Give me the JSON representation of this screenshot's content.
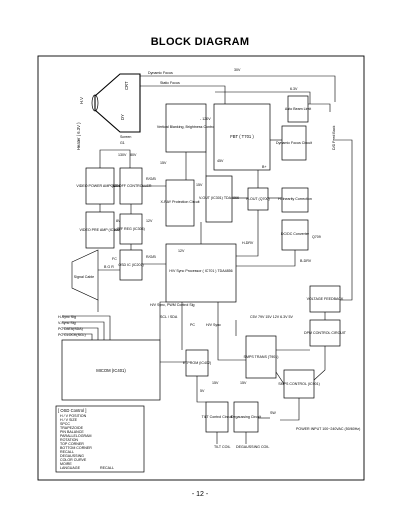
{
  "title": "BLOCK DIAGRAM",
  "page_number": "- 12 -",
  "top": {
    "dynamic_focus": "Dynamic Focus",
    "static_focus": "Static Focus",
    "v30": "30V",
    "v63": "6.3V",
    "hv": "H.V",
    "crt": "CRT",
    "dy": "DY",
    "screen": "Screen",
    "g1": "G1",
    "heater": "Heater ( 6.3V )"
  },
  "blocks": {
    "vertical_blanking": "Vertical Blanking, Brightness Control",
    "v_neg120": "- 120V",
    "fbt": "FBT ( T701 )",
    "fbt_v45": "45V",
    "fbt_b_plus": "B+",
    "auto_beam": "Auto Beam Limit",
    "dynamic_focus_circuit": "Dynamic Focus Circuit",
    "dd_feedback": "D/D Feed Back",
    "video_power_amp": "VIDEO POWER AMP (IC300)",
    "v130": "130V",
    "v80": "80V",
    "cut_off_controller": "CUT OFF CONTROLLER",
    "rgb_1": "R/G/B",
    "v15": "15V",
    "xray": "X-RAY Protection Circuit",
    "xray_v15": "15V",
    "vout": "V-OUT (IC301) TDA4866",
    "hout": "H-OUT (Q700)",
    "hlinearity": "H-linearity Correction",
    "video_pre_amp": "VIDEO PRE AMP (IC302)",
    "v8": "8V",
    "rf_reg": "R/F REG (IC304)",
    "v12": "12V",
    "dcdc": "DC/DC Converter",
    "dcdc_q": "Q709",
    "osd_ic": "OSD IC (IC201)",
    "rgb_2": "R/G/B",
    "fc": "FC",
    "hv_sync_proc": "H/V Sync Processor ( IC701 ) TDA4856",
    "hv_v12": "12V",
    "hdrv": "H-DRV",
    "bdrv": "B-DRV",
    "signal_cable": "Signal Cable",
    "bgr": "B G R",
    "hv_sync_pwm": "H/V Sync, PWM Control Sig",
    "h_sync_sig": "H-Sync Sig",
    "v_sync_sig": "V-Sync Sig",
    "pc_data": "PC DATA(SDA)",
    "pc_clock": "PC CLOCK(SCL)",
    "scl_sda": "SCL / SDA",
    "pc": "PC",
    "hv_sync": "H/V Sync",
    "voltage_feedback": "VOLTAGE FEEDBACK",
    "dpm_control": "DPM CONTROL CIRCUIT",
    "smps_trans": "SMPS TRANS (T901)",
    "smps_volts": "C5V 79V 15V 12V 6.3V 5V",
    "smps_control": "SMPS CONTROL (IC901)",
    "micom": "MICOM (IC401)",
    "eeprom": "ETPROM (IC402)",
    "e_5v": "5V",
    "e_15v": "15V",
    "d_15v": "15V",
    "tilt_control": "TILT Control Circuit",
    "tilt_coil": "TILT COIL",
    "degaussing_circuit": "Degaussing Circuit",
    "degaussing_coil": "DEGAUSSING COIL",
    "sw": "SW",
    "power_input": "POWER INPUT 100~240VAC (50/60Hz)"
  },
  "osd_list": {
    "heading": "[ OSD Control ]",
    "items": [
      "H / V POSITION",
      "H / V SIZE",
      "SPCC",
      "TRAPEZOIDE",
      "PIN BALANCE",
      "PARALLELOGRAM",
      "ROTATION",
      "TOP CORNER",
      "BOTTOM CORNER",
      "RECALL",
      "DEGAUSSING",
      "COLOR CURVE",
      "MOIRE",
      "LANGUAGE",
      "RECALL"
    ]
  }
}
